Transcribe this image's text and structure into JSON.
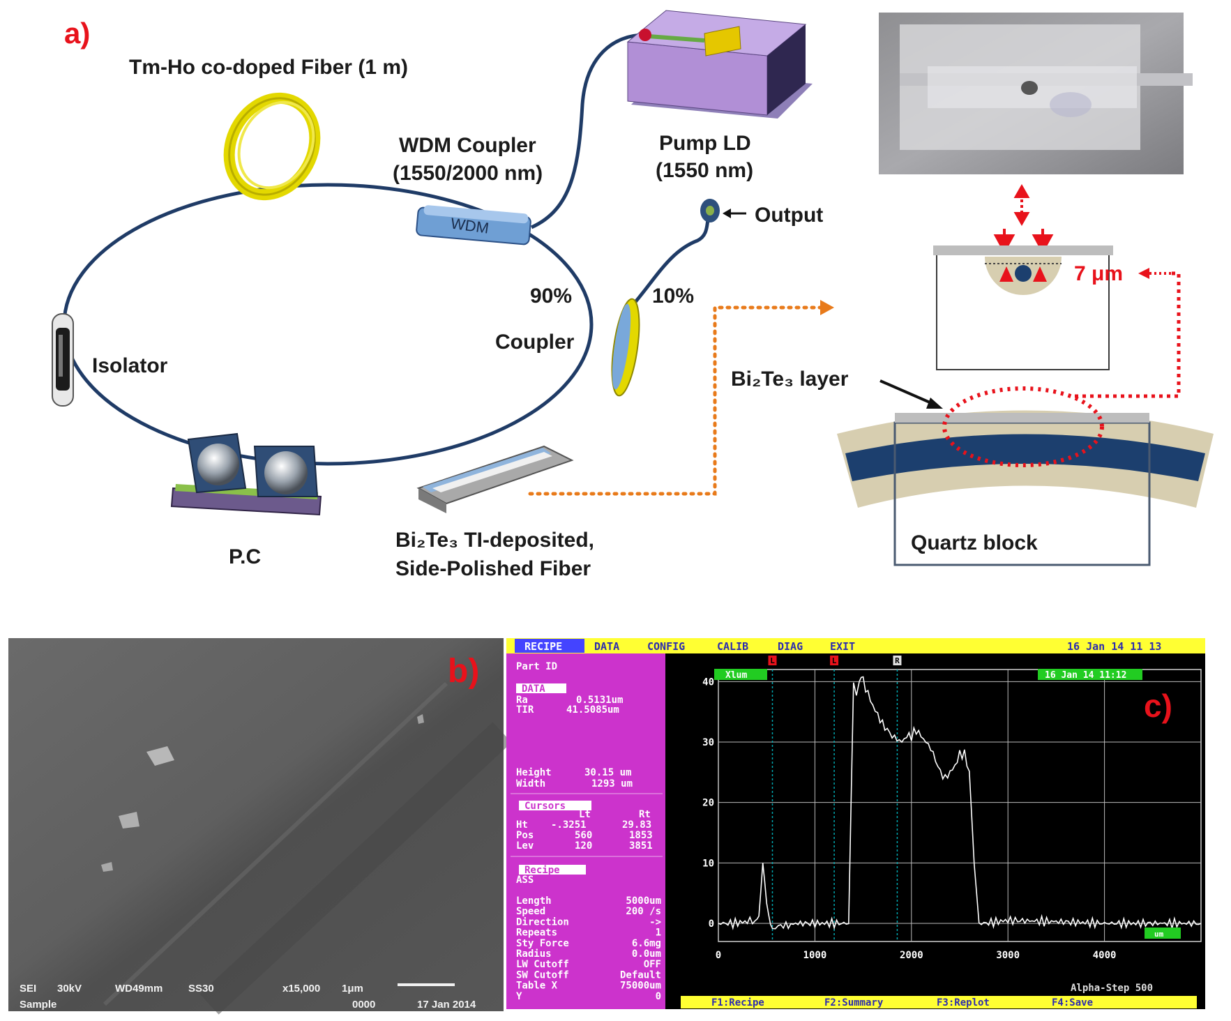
{
  "panel_a": {
    "label": "a)",
    "fiber_label": "Tm-Ho co-doped Fiber (1 m)",
    "wdm_coupler_line1": "WDM Coupler",
    "wdm_coupler_line2": "(1550/2000 nm)",
    "wdm_text": "WDM",
    "pump_line1": "Pump LD",
    "pump_line2": "(1550 nm)",
    "output": "Output",
    "pct_90": "90%",
    "pct_10": "10%",
    "coupler": "Coupler",
    "isolator": "Isolator",
    "pc": "P.C",
    "bi2te3_line1": "Bi₂Te₃ TI-deposited,",
    "bi2te3_line2": "Side-Polished Fiber",
    "bi2te3_layer": "Bi₂Te₃ layer",
    "thickness": "7 μm",
    "quartz": "Quartz block"
  },
  "panel_b": {
    "label": "b)",
    "footer_top": [
      "SEI",
      "30kV",
      "WD49mm",
      "SS30",
      "x15,000",
      "1μm"
    ],
    "footer_bottom": [
      "Sample",
      "0000",
      "17 Jan 2014"
    ]
  },
  "panel_c": {
    "label": "c)",
    "menu": [
      "RECIPE",
      "DATA",
      "CONFIG",
      "CALIB",
      "DIAG",
      "EXIT"
    ],
    "datetime": "16 Jan 14 11 13",
    "side": {
      "part_id": "Part ID",
      "data_header": "DATA",
      "ra_label": "Ra",
      "ra_value": "0.5131um",
      "tir_label": "TIR",
      "tir_value": "41.5085um",
      "height_label": "Height",
      "height_value": "30.15 um",
      "width_label": "Width",
      "width_value": "1293 um",
      "cursors_header": "Cursors",
      "cursor_cols": [
        "Lt",
        "Rt"
      ],
      "cursor_rows": [
        [
          "Ht",
          "-.3251",
          "29.83"
        ],
        [
          "Pos",
          "560",
          "1853"
        ],
        [
          "Lev",
          "120",
          "3851"
        ]
      ],
      "recipe_header": "Recipe",
      "recipe_name": "ASS",
      "params": [
        [
          "Length",
          "5000um"
        ],
        [
          "Speed",
          "200 /s"
        ],
        [
          "Direction",
          "->"
        ],
        [
          "Repeats",
          "1"
        ],
        [
          "Sty Force",
          "6.6mg"
        ],
        [
          "Radius",
          "0.0um"
        ],
        [
          "LW Cutoff",
          "OFF"
        ],
        [
          "SW Cutoff",
          "Default"
        ],
        [
          "Table X",
          "75000um"
        ],
        [
          "Y",
          "0"
        ]
      ]
    },
    "xlum": "Xlum",
    "plot_datetime": "16 Jan 14 11:12",
    "cursor_tags": [
      "L",
      "L",
      "R"
    ],
    "unit_badge": "um",
    "instrument": "Alpha-Step 500",
    "footer": [
      "F1:Recipe",
      "F2:Summary",
      "F3:Replot",
      "F4:Save"
    ],
    "colors": {
      "menu_bg": "#ffff33",
      "side_bg": "#cc33cc",
      "plot_bg": "#000000",
      "trace": "#ffffff",
      "badge": "#22cc22"
    }
  },
  "chart_data": {
    "type": "line",
    "xlim": [
      0,
      5000
    ],
    "ylim": [
      -3,
      42
    ],
    "xticks": [
      "0",
      "1000",
      "2000",
      "3000",
      "4000"
    ],
    "yticks": [
      "0",
      "10",
      "20",
      "30",
      "40"
    ],
    "series": [
      {
        "x": [
          0,
          150,
          300,
          380,
          420,
          460,
          500,
          540,
          560,
          620,
          700,
          800,
          900,
          1000,
          1100,
          1200,
          1300,
          1350,
          1400,
          1430,
          1460,
          1500,
          1550,
          1600,
          1700,
          1800,
          1900,
          1950,
          2000,
          2050,
          2100,
          2150,
          2200,
          2300,
          2350,
          2400,
          2450,
          2500,
          2550,
          2600,
          2650,
          2700,
          2750,
          3000,
          3500,
          4000,
          4500,
          5000
        ],
        "y": [
          0,
          0,
          0.3,
          0,
          2,
          10,
          3,
          0,
          -1,
          0,
          -0.5,
          0,
          0,
          0,
          0,
          0,
          0,
          0,
          40,
          37,
          40,
          40,
          38,
          36,
          33,
          31,
          30,
          31,
          31,
          32,
          31,
          30,
          29,
          25,
          24,
          25,
          26,
          28,
          28,
          25,
          10,
          0,
          0,
          0.5,
          0.3,
          0,
          0,
          0
        ]
      }
    ]
  }
}
